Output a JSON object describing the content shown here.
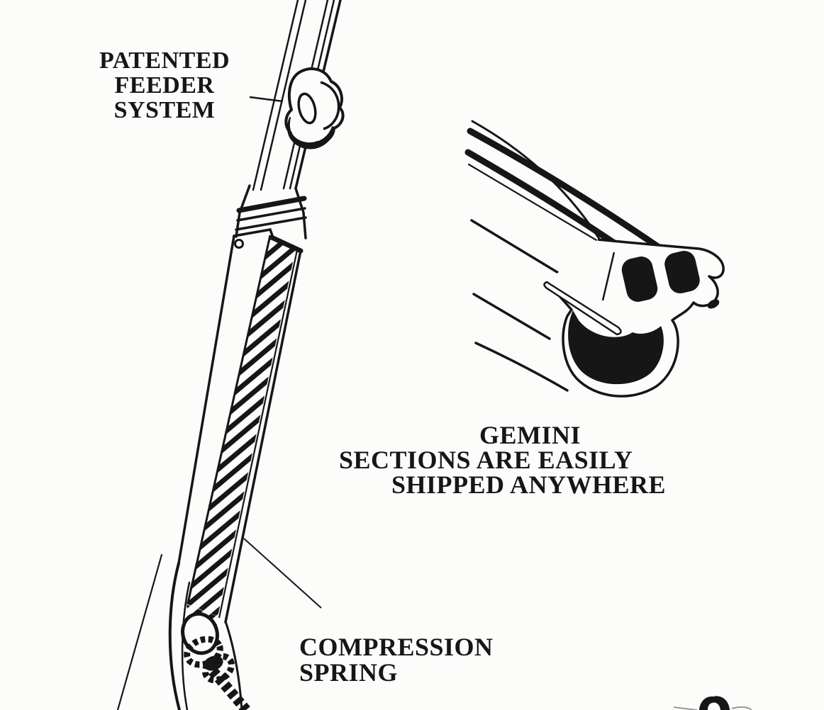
{
  "illustration": {
    "description": "Scanned line-art catalog illustration of a Gemini headfoil system",
    "ink_color": "#161616",
    "paper_color": "#fcfcfb"
  },
  "labels": {
    "feeder_system": {
      "lines": [
        "PATENTED",
        "FEEDER",
        "SYSTEM"
      ]
    },
    "gemini_note": {
      "lines": [
        "GEMINI",
        "SECTIONS ARE EASILY",
        "SHIPPED ANYWHERE"
      ]
    },
    "compression_spring": {
      "lines": [
        "COMPRESSION",
        "SPRING"
      ]
    }
  }
}
